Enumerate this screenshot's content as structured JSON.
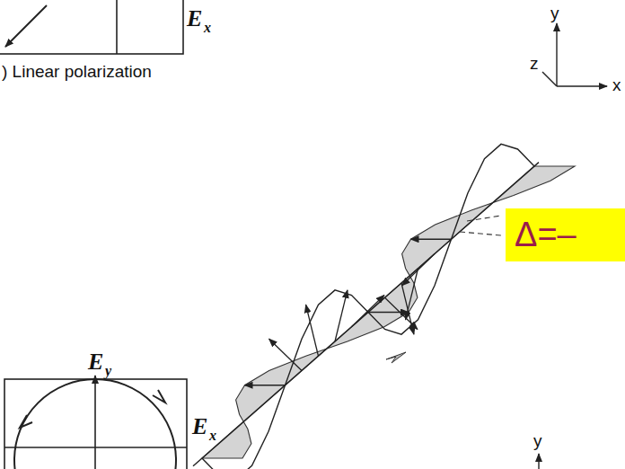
{
  "diagram": {
    "nodes": [
      {
        "text": [
          "Δ=–"
        ]
      }
    ],
    "labels": [
      "E",
      "x",
      ") Linear polarization",
      "y",
      "z",
      "x",
      "E",
      "y",
      "E",
      "x",
      "y"
    ]
  }
}
